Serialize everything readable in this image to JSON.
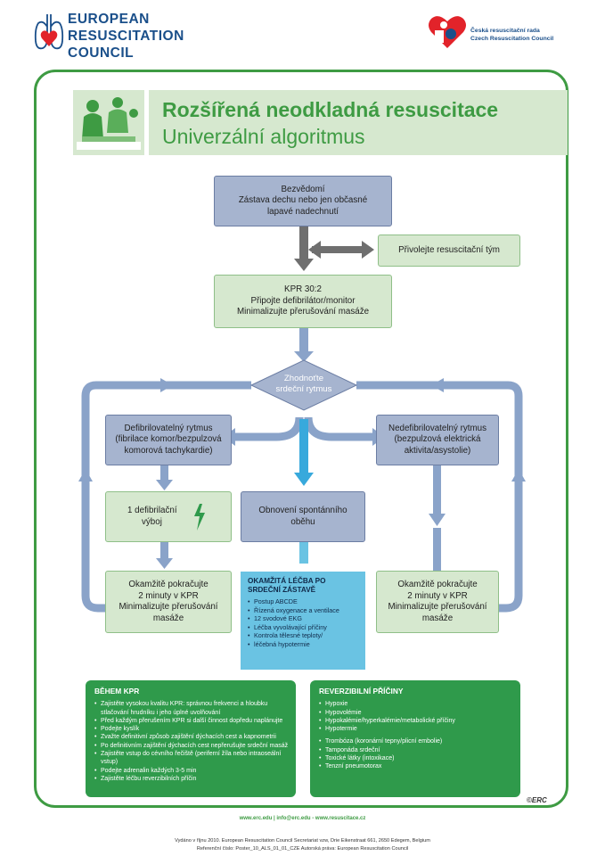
{
  "header": {
    "erc_lines": [
      "EUROPEAN",
      "RESUSCITATION",
      "COUNCIL"
    ],
    "crr_lines": [
      "Česká resuscitační rada",
      "Czech Resuscitation Council"
    ]
  },
  "title": {
    "line1": "Rozšířená neodkladná resuscitace",
    "line2": "Univerzální algoritmus"
  },
  "flow": {
    "unresponsive": [
      "Bezvědomí",
      "Zástava dechu nebo jen občasné",
      "lapavé nadechnutí"
    ],
    "call_team": "Přivolejte resuscitační tým",
    "cpr": [
      "KPR 30:2",
      "Připojte defibrilátor/monitor",
      "Minimalizujte přerušování masáže"
    ],
    "assess": [
      "Zhodnoťte",
      "srdeční rytmus"
    ],
    "shockable": [
      "Defibrilovatelný rytmus",
      "(fibrilace komor/bezpulzová",
      "komorová tachykardie)"
    ],
    "nonshockable": [
      "Nedefibrilovatelný rytmus",
      "(bezpulzová elektrická",
      "aktivita/asystolie)"
    ],
    "shock": [
      "1 defibrilační",
      "výboj"
    ],
    "rosc": [
      "Obnovení spontánního",
      "oběhu"
    ],
    "resume_left": [
      "Okamžitě pokračujte",
      "2 minuty v KPR",
      "Minimalizujte přerušování",
      "masáže"
    ],
    "resume_right": [
      "Okamžitě pokračujte",
      "2 minuty v KPR",
      "Minimalizujte přerušování",
      "masáže"
    ],
    "post_arrest": {
      "heading": [
        "OKAMŽITÁ LÉČBA PO",
        "SRDEČNÍ ZÁSTAVĚ"
      ],
      "items": [
        "Postup ABCDE",
        "Řízená oxygenace a ventilace",
        "12 svodové EKG",
        "Léčba vyvolávající příčiny",
        "Kontrola tělesné teploty/",
        "léčebná hypotermie"
      ]
    }
  },
  "during_cpr": {
    "heading": "BĚHEM KPR",
    "items": [
      "Zajistěte vysokou kvalitu KPR: správnou frekvenci a hloubku",
      "stlačování hrudníku i jeho úplné uvolňování",
      "Před každým přerušením KPR si další činnost dopředu naplánujte",
      "Podejte kyslík",
      "Zvažte definitivní způsob zajištění dýchacích cest a kapnometrii",
      "Po definitivním zajištění dýchacích cest nepřerušujte srdeční masáž",
      "Zajistěte vstup do cévního řečiště (periferní žíla nebo intraoseální",
      "vstup)",
      "Podejte adrenalin každých 3-5 min",
      "Zajistěte léčbu reverzibilních příčin"
    ]
  },
  "reversible": {
    "heading": "REVERZIBILNÍ PŘÍČINY",
    "group1": [
      "Hypoxie",
      "Hypovolémie",
      "Hypokalémie/hyperkalémie/metabolické příčiny",
      "Hypotermie"
    ],
    "group2": [
      "Trombóza (koronární tepny/plicní embolie)",
      "Tamponáda srdeční",
      "Toxické látky (intoxikace)",
      "Tenzní pneumotorax"
    ]
  },
  "signature": "©ERC",
  "footer": {
    "line1": "www.erc.edu | info@erc.edu - www.resuscitace.cz",
    "line2": "Vydáno v říjnu 2010. European Resuscitation Council Secretariat vzw, Drie Eikenstraat 661, 2650 Edegem, Belgium",
    "line3": "Referenční číslo: Poster_10_ALS_01_01_CZE Autorská práva: European Resuscitation Council"
  },
  "colors": {
    "green": "#3e9b43",
    "dark_green_box": "#2f9a4b",
    "light_green_box": "#d6e8cf",
    "blue_box": "#a6b4cf",
    "cyan_box": "#6ac3e3",
    "arrow_blue": "#8aa3c9",
    "arrow_grey": "#6f6f6f",
    "navy": "#1a4f8a"
  }
}
